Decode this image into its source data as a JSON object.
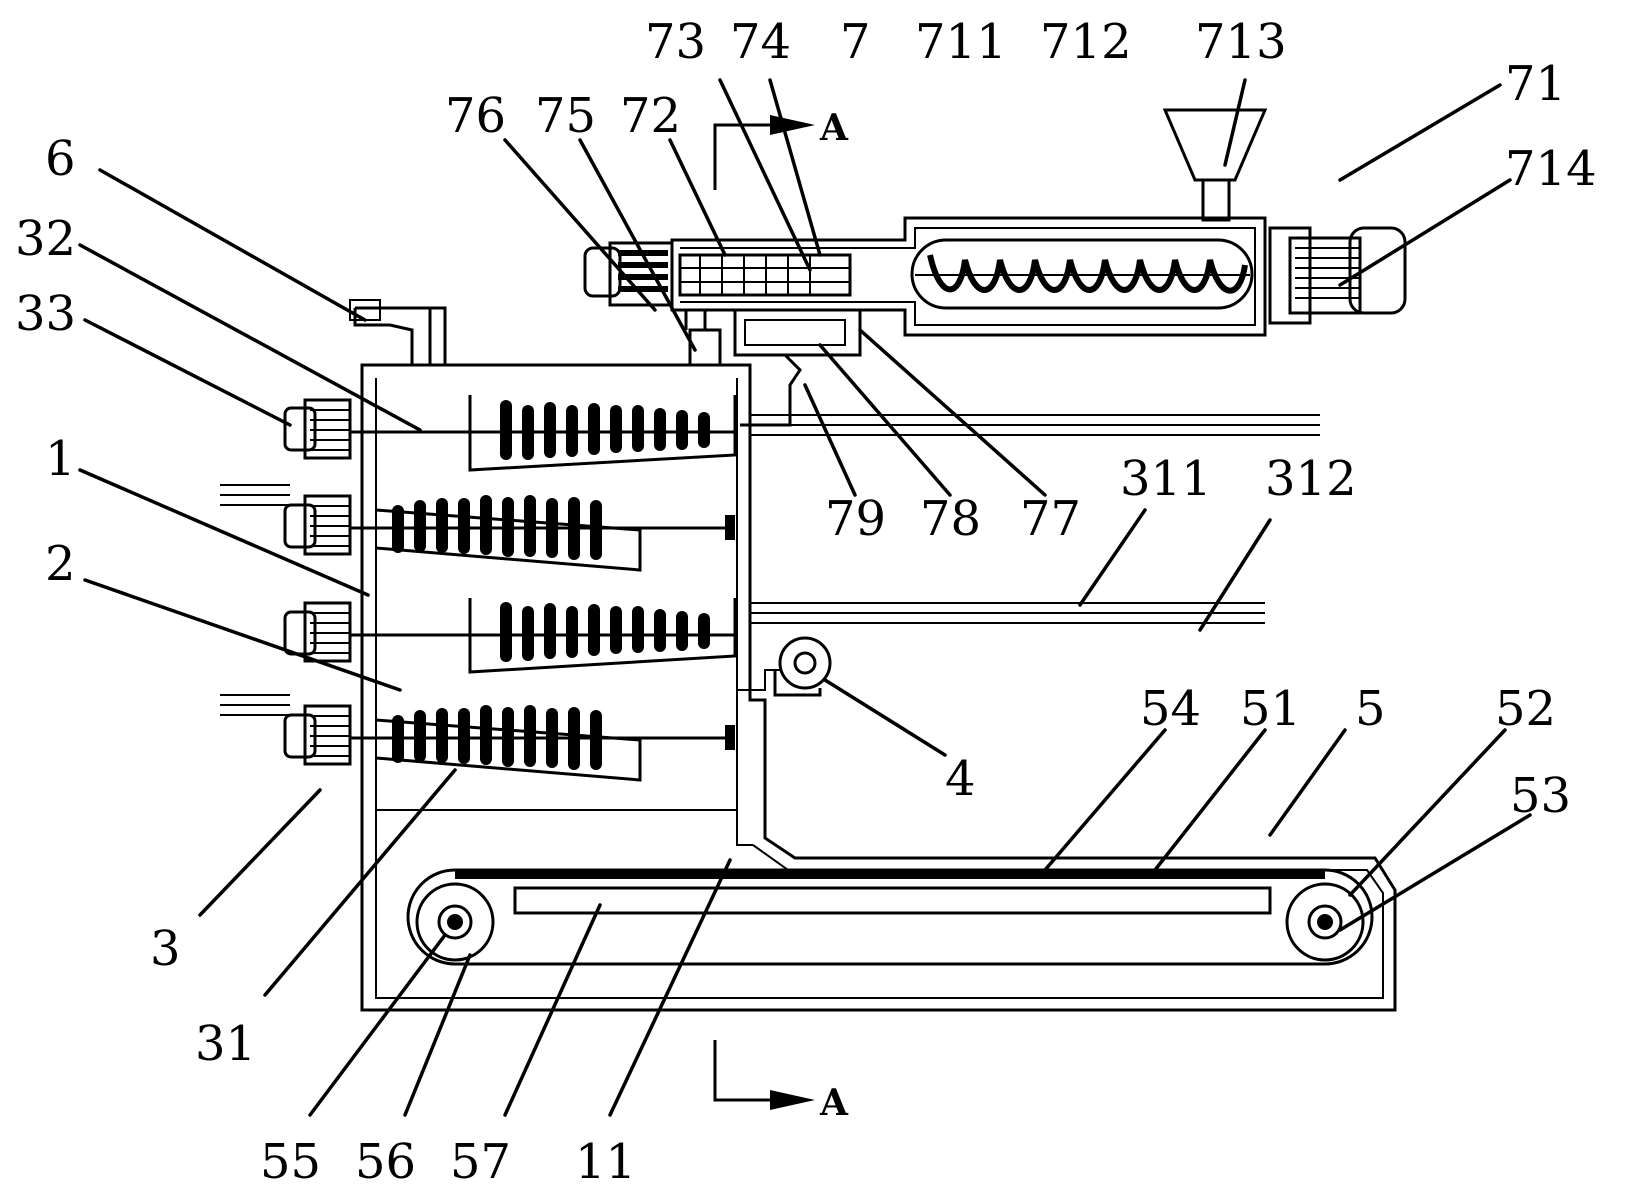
{
  "labels": {
    "l76": "76",
    "l75": "75",
    "l72": "72",
    "l73": "73",
    "l74": "74",
    "l7": "7",
    "l711": "711",
    "l712": "712",
    "l713": "713",
    "l71": "71",
    "l714": "714",
    "l6": "6",
    "l32": "32",
    "l33": "33",
    "l1": "1",
    "l2": "2",
    "l3": "3",
    "l31": "31",
    "l79": "79",
    "l78": "78",
    "l77": "77",
    "l311": "311",
    "l312": "312",
    "l4": "4",
    "l54": "54",
    "l51": "51",
    "l5": "5",
    "l52": "52",
    "l53": "53",
    "l55": "55",
    "l56": "56",
    "l57": "57",
    "l11": "11"
  },
  "section": {
    "top": "A",
    "bottom": "A"
  }
}
